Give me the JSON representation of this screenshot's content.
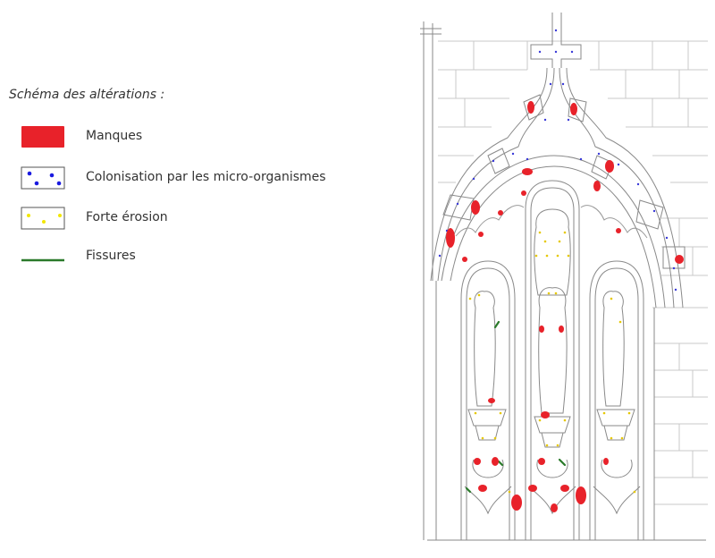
{
  "legend": {
    "title": "Schéma des altérations :",
    "items": [
      {
        "key": "manques",
        "label": "Manques",
        "color": "#e8222a"
      },
      {
        "key": "colonisation",
        "label": "Colonisation par les micro-organismes",
        "color": "#1a1ae0"
      },
      {
        "key": "erosion",
        "label": "Forte érosion",
        "color": "#f2e600"
      },
      {
        "key": "fissures",
        "label": "Fissures",
        "color": "#2a7a2a"
      }
    ]
  },
  "colors": {
    "line": "#8a8a8a",
    "light_line": "#c8c8c8",
    "missing": "#e8222a",
    "micro": "#3a3ad8",
    "erosion": "#e6c800",
    "crack": "#2a7a2a"
  }
}
